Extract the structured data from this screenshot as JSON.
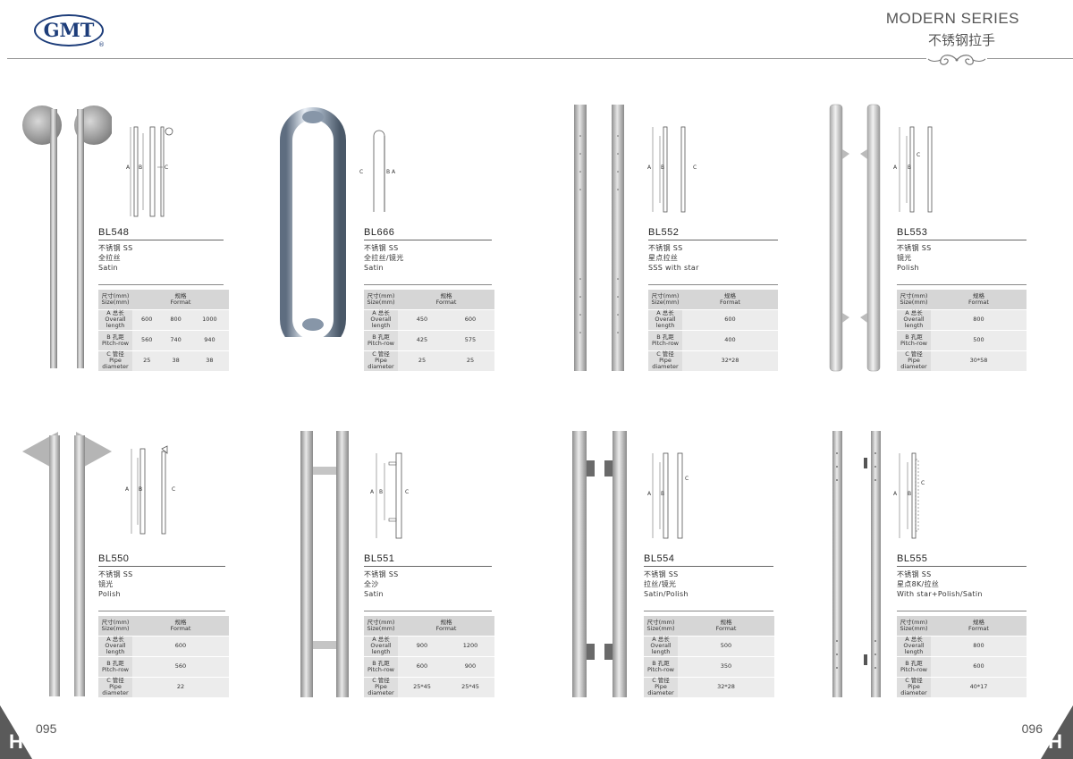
{
  "header": {
    "logo_text": "GMT",
    "logo_reg": "®",
    "series_title": "MODERN SERIES",
    "series_sub": "不锈钢拉手"
  },
  "table_labels": {
    "size_cn": "尺寸(mm)",
    "size_en": "Size(mm)",
    "format_cn": "规格",
    "format_en": "Format",
    "a_cn": "A 总长",
    "a_en": "Overall length",
    "b_cn": "B 孔距",
    "b_en": "Pitch-row",
    "c_cn": "C 管径",
    "c_en": "Pipe diameter"
  },
  "products": [
    {
      "model": "BL548",
      "material": "不锈钢  SS",
      "finish_cn": "全拉丝",
      "finish_en": "Satin",
      "a": [
        "600",
        "800",
        "1000"
      ],
      "b": [
        "560",
        "740",
        "940"
      ],
      "c": [
        "25",
        "38",
        "38"
      ]
    },
    {
      "model": "BL666",
      "material": "不锈钢  SS",
      "finish_cn": "全拉丝/镜光",
      "finish_en": "Satin",
      "a": [
        "450",
        "600"
      ],
      "b": [
        "425",
        "575"
      ],
      "c": [
        "25",
        "25"
      ]
    },
    {
      "model": "BL552",
      "material": "不锈钢  SS",
      "finish_cn": "星点拉丝",
      "finish_en": "SSS with star",
      "a": [
        "600"
      ],
      "b": [
        "400"
      ],
      "c": [
        "32*28"
      ]
    },
    {
      "model": "BL553",
      "material": "不锈钢  SS",
      "finish_cn": "镜光",
      "finish_en": "Polish",
      "a": [
        "800"
      ],
      "b": [
        "500"
      ],
      "c": [
        "30*58"
      ]
    },
    {
      "model": "BL550",
      "material": "不锈钢  SS",
      "finish_cn": "镜光",
      "finish_en": "Polish",
      "a": [
        "600"
      ],
      "b": [
        "560"
      ],
      "c": [
        "22"
      ]
    },
    {
      "model": "BL551",
      "material": "不锈钢  SS",
      "finish_cn": "全沙",
      "finish_en": "Satin",
      "a": [
        "900",
        "1200"
      ],
      "b": [
        "600",
        "900"
      ],
      "c": [
        "25*45",
        "25*45"
      ]
    },
    {
      "model": "BL554",
      "material": "不锈钢  SS",
      "finish_cn": "拉丝/镜光",
      "finish_en": "Satin/Polish",
      "a": [
        "500"
      ],
      "b": [
        "350"
      ],
      "c": [
        "32*28"
      ]
    },
    {
      "model": "BL555",
      "material": "不锈钢  SS",
      "finish_cn": "星点8K/拉丝",
      "finish_en": "With star+Polish/Satin",
      "a": [
        "800"
      ],
      "b": [
        "600"
      ],
      "c": [
        "40*17"
      ]
    }
  ],
  "diagram_labels": {
    "a": "A",
    "b": "B",
    "c": "C"
  },
  "footer": {
    "left_page": "095",
    "right_page": "096",
    "corner_letter": "H"
  }
}
